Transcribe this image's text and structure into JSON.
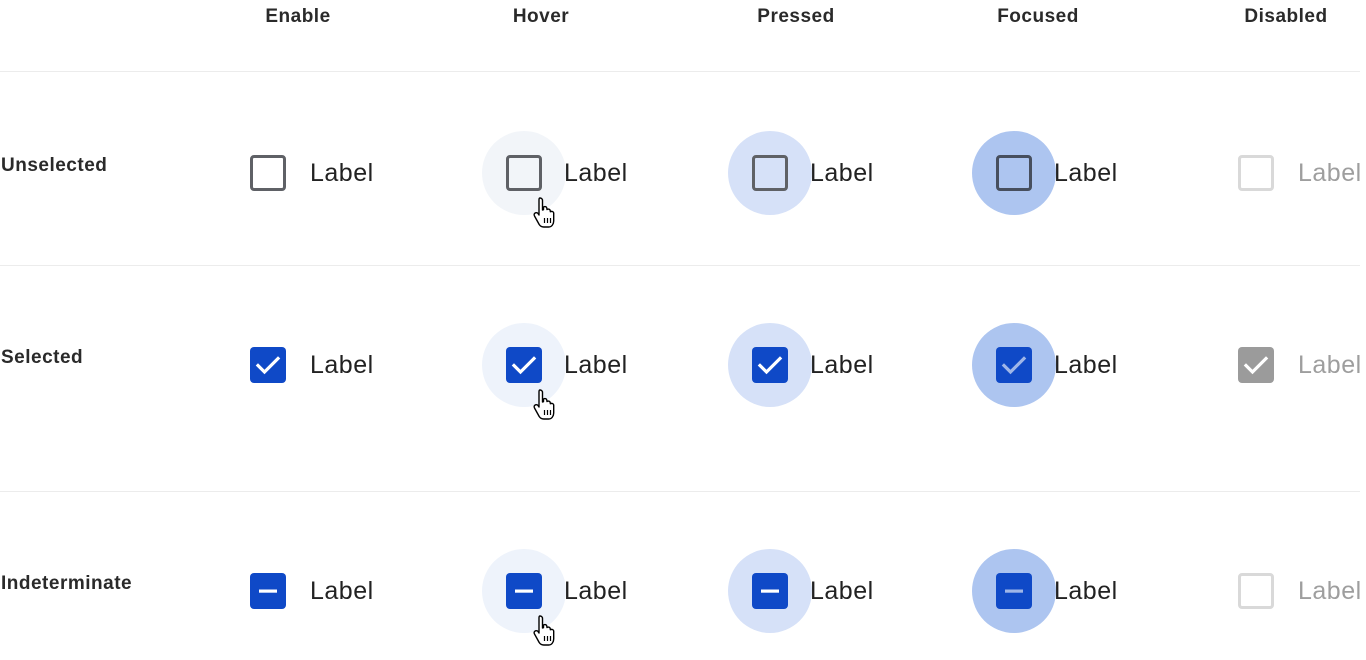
{
  "columns": [
    "Enable",
    "Hover",
    "Pressed",
    "Focused",
    "Disabled"
  ],
  "rows": [
    {
      "label": "Unselected",
      "state": "unselected"
    },
    {
      "label": "Selected",
      "state": "selected"
    },
    {
      "label": "Indeterminate",
      "state": "indeterminate"
    }
  ],
  "checkbox_label": "Label",
  "colors": {
    "accent": "#0f49c7",
    "border": "#5f6166",
    "hover_halo": "#eef3fb",
    "pressed_halo": "#d6e1f8",
    "focused_halo": "#adc5f0",
    "disabled": "#9b9b9b",
    "disabled_border": "#d9d9d9",
    "text": "#222222",
    "disabled_text": "#9e9e9e"
  }
}
